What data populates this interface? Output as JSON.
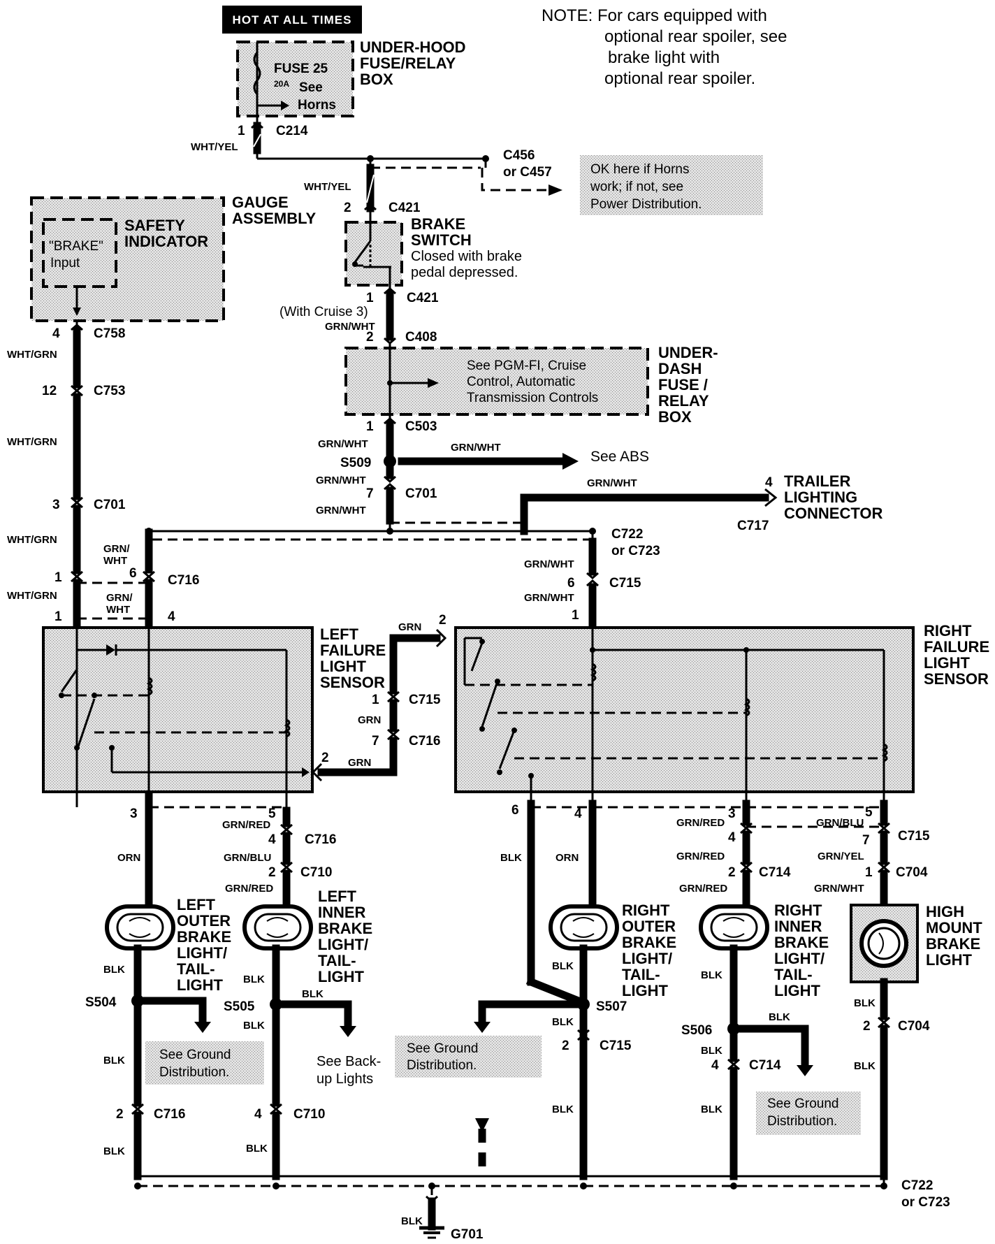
{
  "title_badge": "HOT AT ALL TIMES",
  "note": [
    "NOTE: For cars equipped with",
    "optional rear spoiler, see",
    "brake light with",
    "optional rear spoiler."
  ],
  "fusebox": {
    "name": [
      "UNDER-HOOD",
      "FUSE/RELAY",
      "BOX"
    ],
    "fuse": "FUSE 25",
    "amps": "20A",
    "see": [
      "See",
      "Horns"
    ]
  },
  "gauge": {
    "name": [
      "GAUGE",
      "ASSEMBLY"
    ],
    "indicator": [
      "SAFETY",
      "INDICATOR"
    ],
    "input": [
      "\"BRAKE\"",
      "Input"
    ]
  },
  "brake_switch": {
    "name": [
      "BRAKE",
      "SWITCH"
    ],
    "desc": [
      "Closed with brake",
      "pedal depressed."
    ]
  },
  "underdash": {
    "name": [
      "UNDER-",
      "DASH",
      "FUSE /",
      "RELAY",
      "BOX"
    ],
    "see": [
      "See PGM-FI, Cruise",
      "Control, Automatic",
      "Transmission Controls"
    ]
  },
  "horns_note": [
    "OK here if Horns",
    "work; if not, see",
    "Power Distribution."
  ],
  "trailer": [
    "TRAILER",
    "LIGHTING",
    "CONNECTOR"
  ],
  "see_abs": "See ABS",
  "with_cruise": "(With Cruise 3)",
  "sensors": {
    "left": [
      "LEFT",
      "FAILURE",
      "LIGHT",
      "SENSOR"
    ],
    "right": [
      "RIGHT",
      "FAILURE",
      "LIGHT",
      "SENSOR"
    ]
  },
  "lights": {
    "left_outer": [
      "LEFT",
      "OUTER",
      "BRAKE",
      "LIGHT/",
      "TAIL-",
      "LIGHT"
    ],
    "left_inner": [
      "LEFT",
      "INNER",
      "BRAKE",
      "LIGHT/",
      "TAIL-",
      "LIGHT"
    ],
    "right_outer": [
      "RIGHT",
      "OUTER",
      "BRAKE",
      "LIGHT/",
      "TAIL-",
      "LIGHT"
    ],
    "right_inner": [
      "RIGHT",
      "INNER",
      "BRAKE",
      "LIGHT/",
      "TAIL-",
      "LIGHT"
    ],
    "high_mount": [
      "HIGH",
      "MOUNT",
      "BRAKE",
      "LIGHT"
    ]
  },
  "ground_notes": {
    "a": [
      "See Ground",
      "Distribution."
    ],
    "b": [
      "See Back-",
      "up Lights"
    ],
    "c": [
      "See Ground",
      "Distribution."
    ],
    "d": [
      "See Ground",
      "Distribution."
    ]
  },
  "labels": [
    {
      "id": "l1",
      "text": "1"
    },
    {
      "id": "c214",
      "text": "C214"
    },
    {
      "id": "wy1",
      "text": "WHT/YEL"
    },
    {
      "id": "c456",
      "text": "C456"
    },
    {
      "id": "c457",
      "text": "or C457"
    },
    {
      "id": "wy2",
      "text": "WHT/YEL"
    },
    {
      "id": "p2",
      "text": "2"
    },
    {
      "id": "c421a",
      "text": "C421"
    },
    {
      "id": "p1a",
      "text": "1"
    },
    {
      "id": "c421b",
      "text": "C421"
    },
    {
      "id": "gw1",
      "text": "GRN/WHT"
    },
    {
      "id": "p2b",
      "text": "2"
    },
    {
      "id": "c408",
      "text": "C408"
    },
    {
      "id": "p1c",
      "text": "1"
    },
    {
      "id": "c503",
      "text": "C503"
    },
    {
      "id": "gw2",
      "text": "GRN/WHT"
    },
    {
      "id": "s509",
      "text": "S509"
    },
    {
      "id": "gw3",
      "text": "GRN/WHT"
    },
    {
      "id": "gw4",
      "text": "GRN/WHT"
    },
    {
      "id": "p7",
      "text": "7"
    },
    {
      "id": "c701b",
      "text": "C701"
    },
    {
      "id": "gw5",
      "text": "GRN/WHT"
    },
    {
      "id": "gw6",
      "text": "GRN/WHT"
    },
    {
      "id": "p4t",
      "text": "4"
    },
    {
      "id": "c717",
      "text": "C717"
    },
    {
      "id": "c722",
      "text": "C722"
    },
    {
      "id": "c723",
      "text": "or C723"
    },
    {
      "id": "gw7",
      "text": "GRN/WHT"
    },
    {
      "id": "p6r",
      "text": "6"
    },
    {
      "id": "c715a",
      "text": "C715"
    },
    {
      "id": "gw8",
      "text": "GRN/WHT"
    },
    {
      "id": "p1r",
      "text": "1"
    },
    {
      "id": "p4g",
      "text": "4"
    },
    {
      "id": "c758",
      "text": "C758"
    },
    {
      "id": "wg1",
      "text": "WHT/GRN"
    },
    {
      "id": "p12",
      "text": "12"
    },
    {
      "id": "c753",
      "text": "C753"
    },
    {
      "id": "wg2",
      "text": "WHT/GRN"
    },
    {
      "id": "p3",
      "text": "3"
    },
    {
      "id": "c701a",
      "text": "C701"
    },
    {
      "id": "wg3",
      "text": "WHT/GRN"
    },
    {
      "id": "gwL1",
      "text": "GRN/"
    },
    {
      "id": "gwL1b",
      "text": "WHT"
    },
    {
      "id": "p1L",
      "text": "1"
    },
    {
      "id": "p6L",
      "text": "6"
    },
    {
      "id": "c716a",
      "text": "C716"
    },
    {
      "id": "wg4",
      "text": "WHT/GRN"
    },
    {
      "id": "gwL2",
      "text": "GRN/"
    },
    {
      "id": "gwL2b",
      "text": "WHT"
    },
    {
      "id": "p1L2",
      "text": "1"
    },
    {
      "id": "p4L2",
      "text": "4"
    },
    {
      "id": "grn1",
      "text": "GRN"
    },
    {
      "id": "p2m",
      "text": "2"
    },
    {
      "id": "p1m",
      "text": "1"
    },
    {
      "id": "c715b",
      "text": "C715"
    },
    {
      "id": "grn2",
      "text": "GRN"
    },
    {
      "id": "p7m",
      "text": "7"
    },
    {
      "id": "c716b",
      "text": "C716"
    },
    {
      "id": "p2m2",
      "text": "2"
    },
    {
      "id": "grn3",
      "text": "GRN"
    },
    {
      "id": "p3L",
      "text": "3"
    },
    {
      "id": "orn1",
      "text": "ORN"
    },
    {
      "id": "p5L",
      "text": "5"
    },
    {
      "id": "gr1",
      "text": "GRN/RED"
    },
    {
      "id": "p4L3",
      "text": "4"
    },
    {
      "id": "c716c",
      "text": "C716"
    },
    {
      "id": "gb1",
      "text": "GRN/BLU"
    },
    {
      "id": "p2L3",
      "text": "2"
    },
    {
      "id": "c710a",
      "text": "C710"
    },
    {
      "id": "gr2",
      "text": "GRN/RED"
    },
    {
      "id": "p6R",
      "text": "6"
    },
    {
      "id": "p4R",
      "text": "4"
    },
    {
      "id": "blkR",
      "text": "BLK"
    },
    {
      "id": "orn2",
      "text": "ORN"
    },
    {
      "id": "p3R",
      "text": "3"
    },
    {
      "id": "gr3",
      "text": "GRN/RED"
    },
    {
      "id": "p4R2",
      "text": "4"
    },
    {
      "id": "gr4",
      "text": "GRN/RED"
    },
    {
      "id": "p2R",
      "text": "2"
    },
    {
      "id": "c714a",
      "text": "C714"
    },
    {
      "id": "gr5",
      "text": "GRN/RED"
    },
    {
      "id": "p5R",
      "text": "5"
    },
    {
      "id": "gb2",
      "text": "GRN/BLU"
    },
    {
      "id": "p7R",
      "text": "7"
    },
    {
      "id": "c715c",
      "text": "C715"
    },
    {
      "id": "gy1",
      "text": "GRN/YEL"
    },
    {
      "id": "p1R2",
      "text": "1"
    },
    {
      "id": "c704a",
      "text": "C704"
    },
    {
      "id": "gw9",
      "text": "GRN/WHT"
    },
    {
      "id": "blk1",
      "text": "BLK"
    },
    {
      "id": "s504",
      "text": "S504"
    },
    {
      "id": "blk2",
      "text": "BLK"
    },
    {
      "id": "p2b1",
      "text": "2"
    },
    {
      "id": "c716d",
      "text": "C716"
    },
    {
      "id": "blk3",
      "text": "BLK"
    },
    {
      "id": "blk4",
      "text": "BLK"
    },
    {
      "id": "s505",
      "text": "S505"
    },
    {
      "id": "blk5",
      "text": "BLK"
    },
    {
      "id": "blk6",
      "text": "BLK"
    },
    {
      "id": "p4b",
      "text": "4"
    },
    {
      "id": "c710b",
      "text": "C710"
    },
    {
      "id": "blk7",
      "text": "BLK"
    },
    {
      "id": "blk8",
      "text": "BLK"
    },
    {
      "id": "s507",
      "text": "S507"
    },
    {
      "id": "blk9",
      "text": "BLK"
    },
    {
      "id": "p2b2",
      "text": "2"
    },
    {
      "id": "c715d",
      "text": "C715"
    },
    {
      "id": "blk10",
      "text": "BLK"
    },
    {
      "id": "blk11",
      "text": "BLK"
    },
    {
      "id": "s506",
      "text": "S506"
    },
    {
      "id": "blk12",
      "text": "BLK"
    },
    {
      "id": "blk13",
      "text": "BLK"
    },
    {
      "id": "p4b2",
      "text": "4"
    },
    {
      "id": "c714b",
      "text": "C714"
    },
    {
      "id": "blk14",
      "text": "BLK"
    },
    {
      "id": "blk15",
      "text": "BLK"
    },
    {
      "id": "p2b3",
      "text": "2"
    },
    {
      "id": "c704b",
      "text": "C704"
    },
    {
      "id": "blk16",
      "text": "BLK"
    },
    {
      "id": "c722b",
      "text": "C722"
    },
    {
      "id": "c723b",
      "text": "or C723"
    },
    {
      "id": "blk17",
      "text": "BLK"
    },
    {
      "id": "g701",
      "text": "G701"
    }
  ]
}
